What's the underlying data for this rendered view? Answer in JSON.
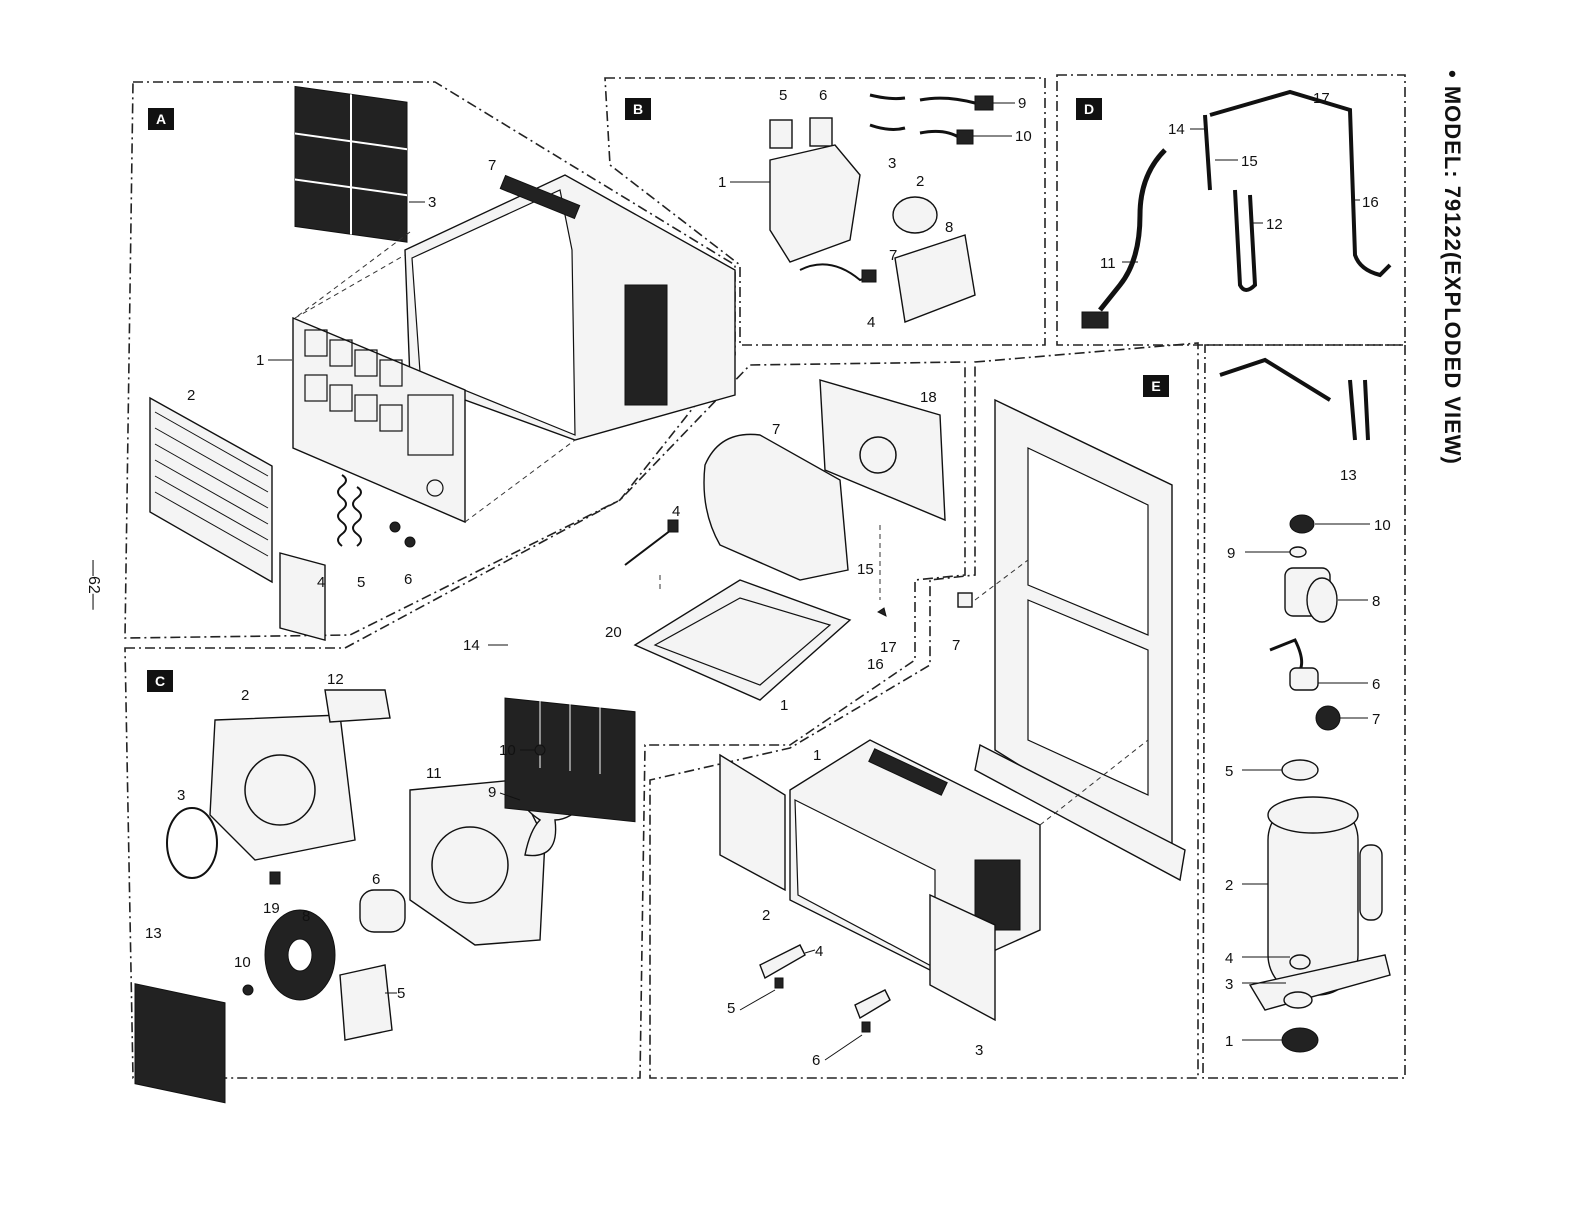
{
  "title": "• MODEL: 79122(EXPLODED VIEW)",
  "page_number": "—62—",
  "sections": {
    "A": {
      "label": "A",
      "items": [
        {
          "key": "1",
          "text": "1"
        },
        {
          "key": "2",
          "text": "2"
        },
        {
          "key": "3",
          "text": "3"
        },
        {
          "key": "4",
          "text": "4"
        },
        {
          "key": "5",
          "text": "5"
        },
        {
          "key": "6",
          "text": "6"
        },
        {
          "key": "7",
          "text": "7"
        }
      ]
    },
    "B": {
      "label": "B",
      "items": [
        {
          "key": "1",
          "text": "1"
        },
        {
          "key": "2",
          "text": "2"
        },
        {
          "key": "3",
          "text": "3"
        },
        {
          "key": "4",
          "text": "4"
        },
        {
          "key": "5",
          "text": "5"
        },
        {
          "key": "6",
          "text": "6"
        },
        {
          "key": "7",
          "text": "7"
        },
        {
          "key": "8",
          "text": "8"
        },
        {
          "key": "9",
          "text": "9"
        },
        {
          "key": "10",
          "text": "10"
        }
      ]
    },
    "C": {
      "label": "C",
      "items": [
        {
          "key": "2",
          "text": "2"
        },
        {
          "key": "3",
          "text": "3"
        },
        {
          "key": "5",
          "text": "5"
        },
        {
          "key": "6",
          "text": "6"
        },
        {
          "key": "8",
          "text": "8"
        },
        {
          "key": "9",
          "text": "9"
        },
        {
          "key": "10a",
          "text": "10"
        },
        {
          "key": "10b",
          "text": "10"
        },
        {
          "key": "11",
          "text": "11"
        },
        {
          "key": "12",
          "text": "12"
        },
        {
          "key": "13",
          "text": "13"
        },
        {
          "key": "14",
          "text": "14"
        },
        {
          "key": "19",
          "text": "19"
        },
        {
          "key": "20",
          "text": "20"
        }
      ]
    },
    "D": {
      "label": "D",
      "items": [
        {
          "key": "11",
          "text": "11"
        },
        {
          "key": "12",
          "text": "12"
        },
        {
          "key": "13",
          "text": "13"
        },
        {
          "key": "14",
          "text": "14"
        },
        {
          "key": "15",
          "text": "15"
        },
        {
          "key": "16",
          "text": "16"
        },
        {
          "key": "17",
          "text": "17"
        },
        {
          "key": "1",
          "text": "1"
        },
        {
          "key": "2",
          "text": "2"
        },
        {
          "key": "3",
          "text": "3"
        },
        {
          "key": "4",
          "text": "4"
        },
        {
          "key": "5",
          "text": "5"
        },
        {
          "key": "6",
          "text": "6"
        },
        {
          "key": "7",
          "text": "7"
        },
        {
          "key": "8",
          "text": "8"
        },
        {
          "key": "9",
          "text": "9"
        },
        {
          "key": "10",
          "text": "10"
        }
      ]
    },
    "middle": {
      "items": [
        {
          "key": "1",
          "text": "1"
        },
        {
          "key": "4",
          "text": "4"
        },
        {
          "key": "7",
          "text": "7"
        },
        {
          "key": "15",
          "text": "15"
        },
        {
          "key": "16",
          "text": "16"
        },
        {
          "key": "17",
          "text": "17"
        },
        {
          "key": "18",
          "text": "18"
        }
      ]
    },
    "E": {
      "label": "E",
      "items": [
        {
          "key": "1",
          "text": "1"
        },
        {
          "key": "2",
          "text": "2"
        },
        {
          "key": "3",
          "text": "3"
        },
        {
          "key": "4",
          "text": "4"
        },
        {
          "key": "5",
          "text": "5"
        },
        {
          "key": "6",
          "text": "6"
        },
        {
          "key": "7",
          "text": "7"
        }
      ]
    }
  }
}
